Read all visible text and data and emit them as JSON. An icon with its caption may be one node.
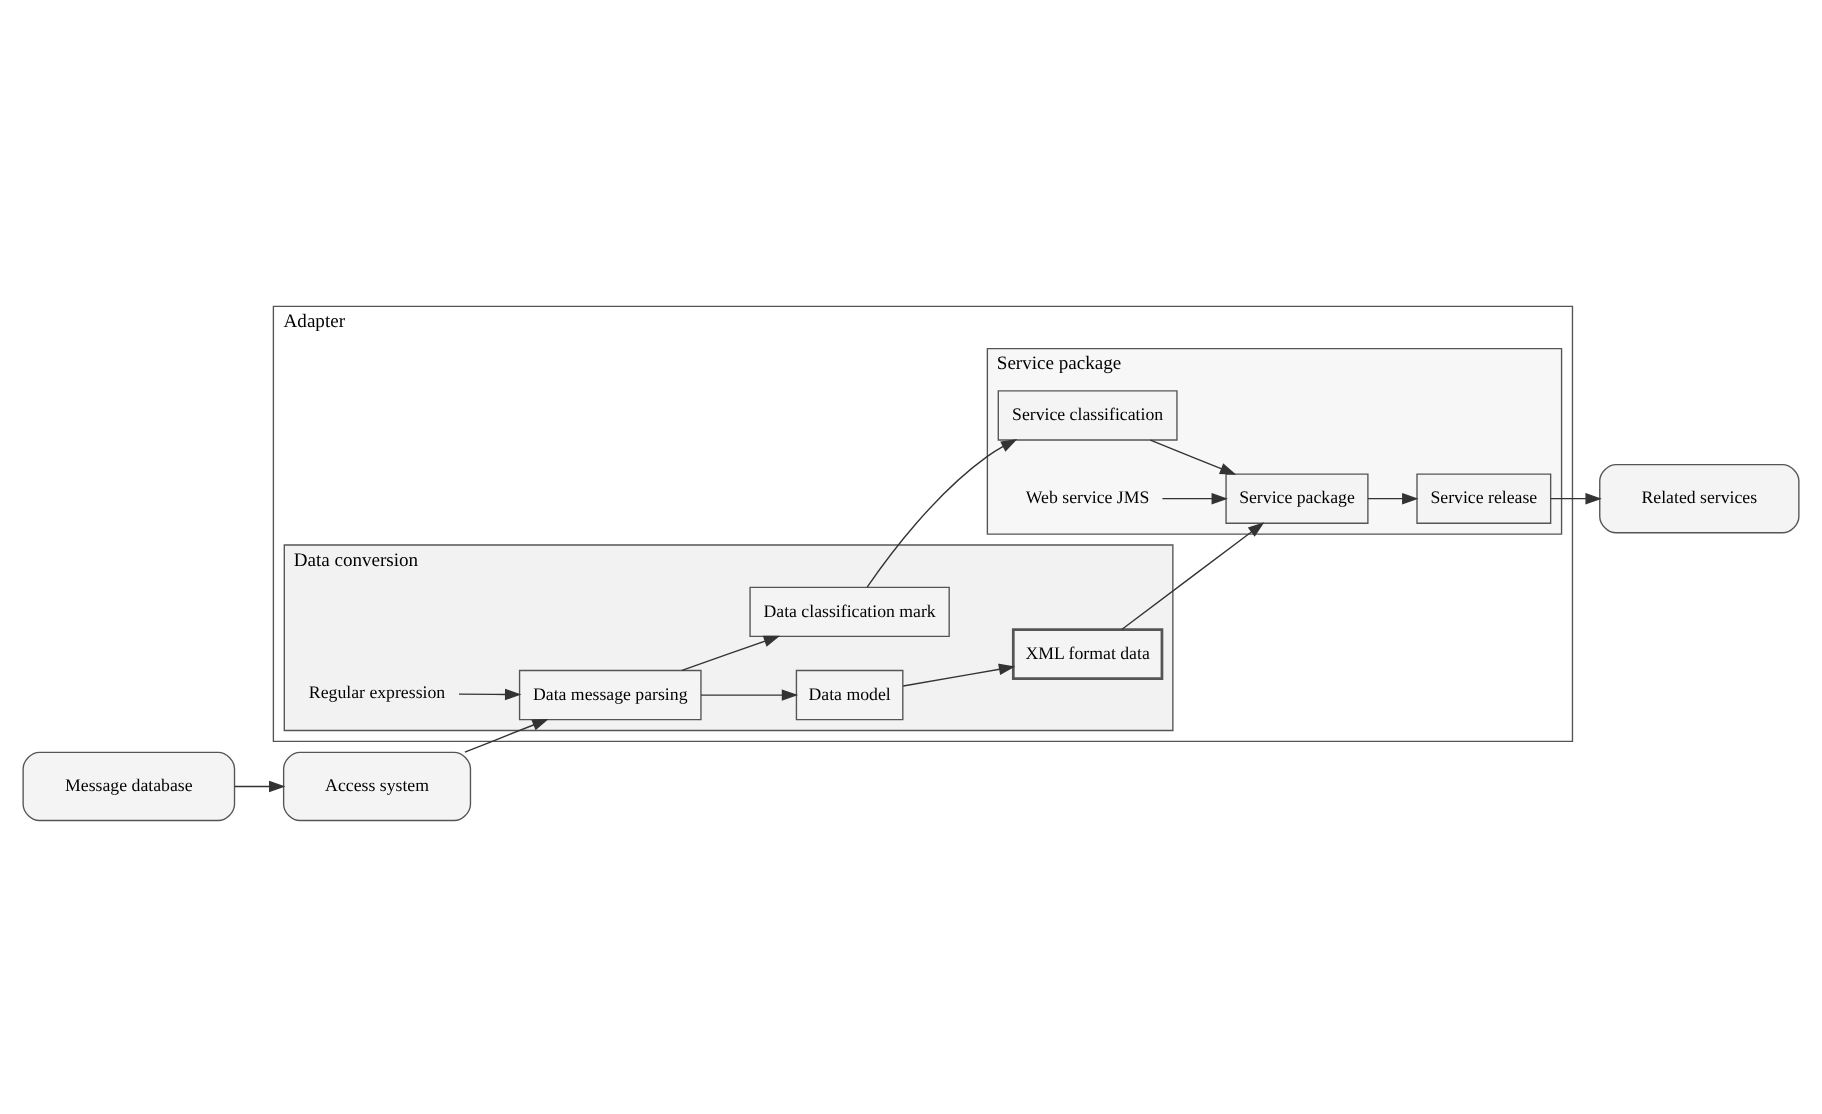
{
  "diagram": {
    "nodes": [
      {
        "text": [
          "Access system"
        ]
      },
      {
        "text": [
          "Message database"
        ]
      },
      {
        "text": [
          "Related services"
        ]
      },
      {
        "text": [
          "Adapter"
        ]
      },
      {
        "text": [
          "Data conversion"
        ],
        "in": 3
      },
      {
        "text": [
          "Data message parsing"
        ],
        "in": 4
      },
      {
        "text": [
          "Data model"
        ],
        "in": 4
      },
      {
        "text": [
          "Data classification mark"
        ],
        "in": 4
      },
      {
        "text": [
          "XML format data"
        ],
        "in": 4
      },
      {
        "text": [
          "Regular expression"
        ],
        "in": 4
      },
      {
        "text": [
          "Service package"
        ],
        "in": 3
      },
      {
        "text": [
          "Service classification"
        ],
        "in": 10
      },
      {
        "text": [
          "Service package"
        ],
        "in": 10
      },
      {
        "text": [
          "Service release"
        ],
        "in": 10
      },
      {
        "text": [
          "Web service JMS"
        ],
        "in": 10
      }
    ],
    "edges": [
      {
        "from": 1,
        "to": 0,
        "arrow": "to"
      },
      {
        "from": 0,
        "to": 5,
        "arrow": "to"
      },
      {
        "from": 5,
        "to": 6,
        "arrow": "to"
      },
      {
        "from": 5,
        "to": 7,
        "arrow": "to"
      },
      {
        "from": 6,
        "to": 8,
        "arrow": "to"
      },
      {
        "from": 9,
        "to": 5,
        "arrow": "to"
      },
      {
        "from": 7,
        "to": 11,
        "arrow": "to"
      },
      {
        "from": 11,
        "to": 12,
        "arrow": "to"
      },
      {
        "from": 8,
        "to": 12,
        "arrow": "to"
      },
      {
        "from": 12,
        "to": 13,
        "arrow": "to"
      },
      {
        "from": 13,
        "to": 2,
        "arrow": "to"
      },
      {
        "from": 14,
        "to": 12,
        "arrow": "to"
      }
    ]
  }
}
